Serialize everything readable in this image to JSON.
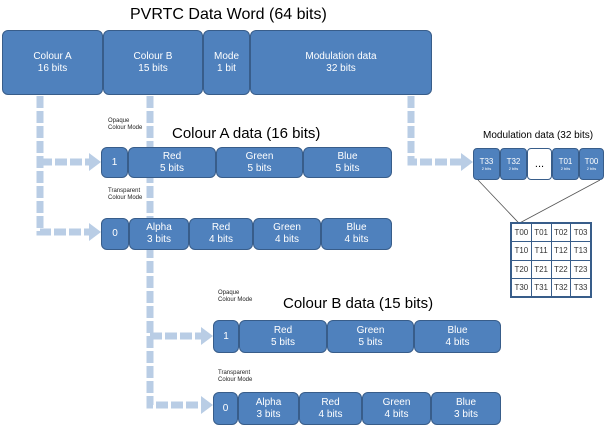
{
  "title": "PVRTC Data Word (64 bits)",
  "word": [
    {
      "name": "Colour A",
      "bits": "16 bits"
    },
    {
      "name": "Colour B",
      "bits": "15 bits"
    },
    {
      "name": "Mode",
      "bits": "1 bit"
    },
    {
      "name": "Modulation data",
      "bits": "32 bits"
    }
  ],
  "colour_a": {
    "title": "Colour A data (16 bits)",
    "opaque_label": "Opaque Colour Mode",
    "transparent_label": "Transparent Colour Mode",
    "opaque": [
      {
        "name": "1",
        "bits": ""
      },
      {
        "name": "Red",
        "bits": "5 bits"
      },
      {
        "name": "Green",
        "bits": "5 bits"
      },
      {
        "name": "Blue",
        "bits": "5 bits"
      }
    ],
    "transparent": [
      {
        "name": "0",
        "bits": ""
      },
      {
        "name": "Alpha",
        "bits": "3 bits"
      },
      {
        "name": "Red",
        "bits": "4 bits"
      },
      {
        "name": "Green",
        "bits": "4 bits"
      },
      {
        "name": "Blue",
        "bits": "4 bits"
      }
    ]
  },
  "colour_b": {
    "title": "Colour B data (15 bits)",
    "opaque_label": "Opaque Colour Mode",
    "transparent_label": "Transparent Colour Mode",
    "opaque": [
      {
        "name": "1",
        "bits": ""
      },
      {
        "name": "Red",
        "bits": "5 bits"
      },
      {
        "name": "Green",
        "bits": "5 bits"
      },
      {
        "name": "Blue",
        "bits": "4 bits"
      }
    ],
    "transparent": [
      {
        "name": "0",
        "bits": ""
      },
      {
        "name": "Alpha",
        "bits": "3 bits"
      },
      {
        "name": "Red",
        "bits": "4 bits"
      },
      {
        "name": "Green",
        "bits": "4 bits"
      },
      {
        "name": "Blue",
        "bits": "3 bits"
      }
    ]
  },
  "modulation": {
    "title": "Modulation data (32 bits)",
    "cells": [
      {
        "name": "T33",
        "bits": "2 bits"
      },
      {
        "name": "T32",
        "bits": "2 bits"
      },
      {
        "name": "...",
        "bits": ""
      },
      {
        "name": "T01",
        "bits": "2 bits"
      },
      {
        "name": "T00",
        "bits": "2 bits"
      }
    ],
    "grid": [
      "T00",
      "T01",
      "T02",
      "T03",
      "T10",
      "T11",
      "T12",
      "T13",
      "T20",
      "T21",
      "T22",
      "T23",
      "T30",
      "T31",
      "T32",
      "T33"
    ]
  },
  "colors": {
    "box": "#4f81bd",
    "border": "#385d8a",
    "arrow": "#b9cde5"
  }
}
